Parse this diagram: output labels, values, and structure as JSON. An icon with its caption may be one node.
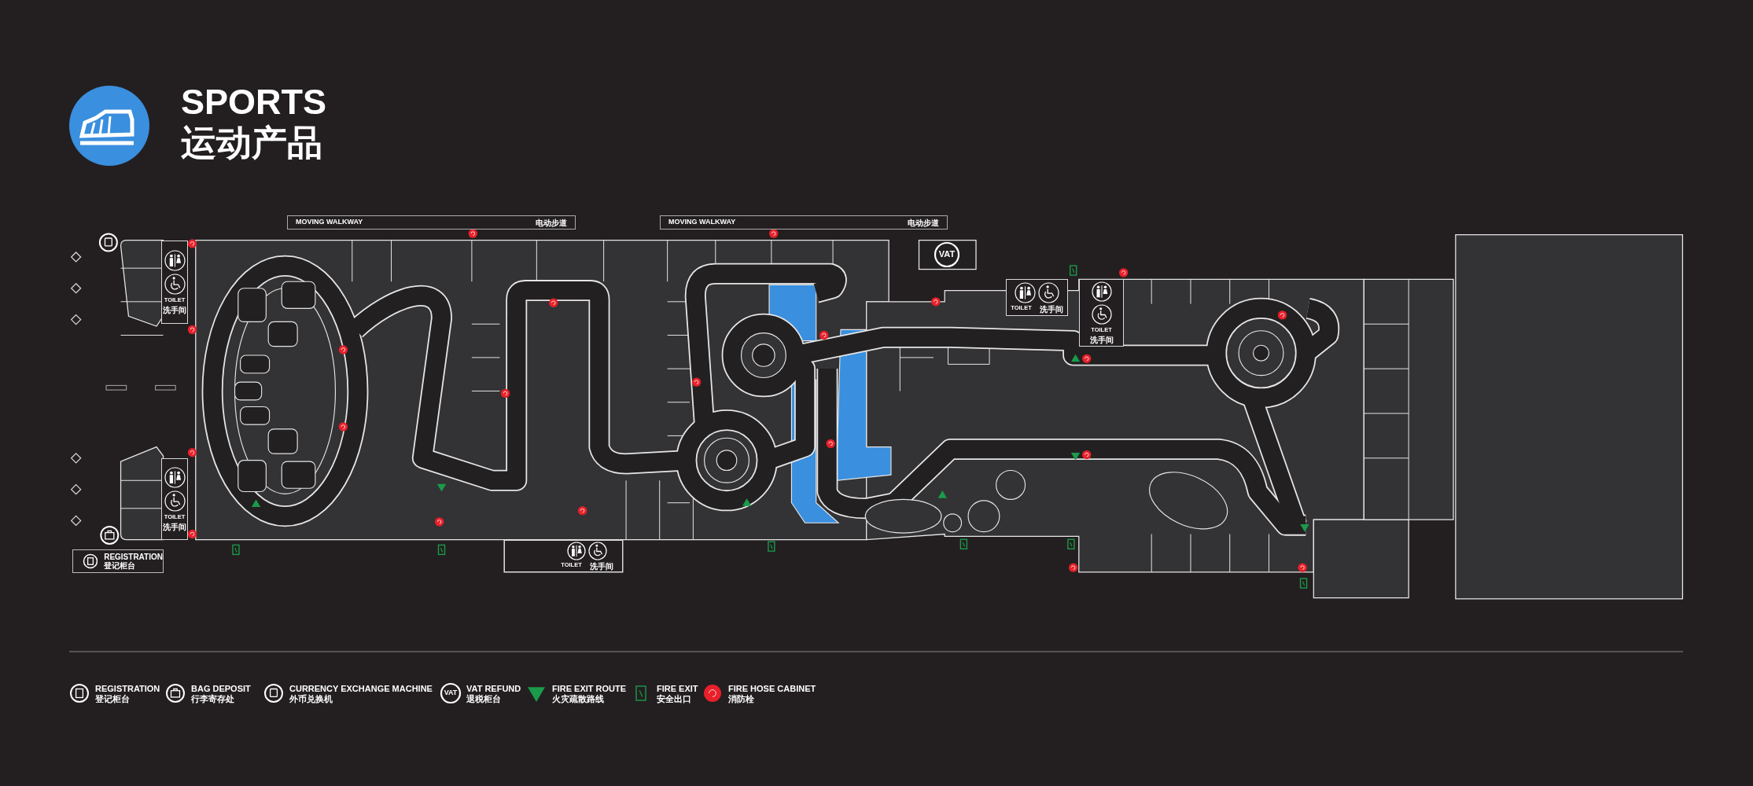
{
  "diagram": {
    "title": "SPORTS 运动产品",
    "nodes": [
      {
        "text": [
          "MOVING WALKWAY",
          "电动步道"
        ]
      },
      {
        "text": [
          "MOVING WALKWAY",
          "电动步道"
        ]
      },
      {
        "text": [
          "TOILET",
          "洗手间"
        ]
      },
      {
        "text": [
          "TOILET",
          "洗手间"
        ]
      },
      {
        "text": [
          "TOILET",
          "洗手间"
        ]
      },
      {
        "text": [
          "TOILET",
          "洗手间"
        ]
      },
      {
        "text": [
          "TOILET",
          "洗手间"
        ]
      },
      {
        "text": [
          "REGISTRATION",
          "登记柜台"
        ]
      }
    ],
    "labels": [
      "VAT",
      "VAT"
    ],
    "legend": [
      {
        "text": "REGISTRATION 登记柜台"
      },
      {
        "text": "BAG DEPOSIT 行李寄存处"
      },
      {
        "text": "CURRENCY EXCHANGE MACHINE 外币兑换机"
      },
      {
        "text": "VAT REFUND 退税柜台"
      },
      {
        "text": "FIRE EXIT ROUTE 火灾疏散路线"
      },
      {
        "text": "FIRE EXIT 安全出口"
      },
      {
        "text": "FIRE HOSE CABINET 消防栓"
      }
    ]
  }
}
